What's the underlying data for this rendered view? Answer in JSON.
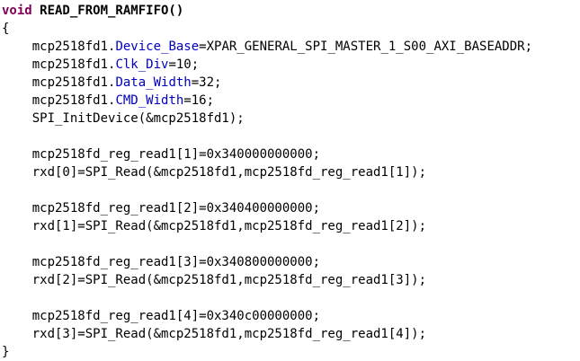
{
  "editor": {
    "background": "#ffffff",
    "language": "c",
    "function_name": "READ_FROM_RAMFIFO",
    "syntax_colors": {
      "keyword": "#7f0055",
      "field": "#0000c0",
      "plain": "#000000"
    }
  },
  "code": {
    "lines": [
      [
        {
          "t": "void",
          "s": "keyword"
        },
        {
          "t": " READ_FROM_RAMFIFO()",
          "s": "function"
        }
      ],
      [
        {
          "t": "{",
          "s": "plain"
        }
      ],
      [
        {
          "t": "    mcp2518fd1.",
          "s": "plain"
        },
        {
          "t": "Device_Base",
          "s": "field"
        },
        {
          "t": "=XPAR_GENERAL_SPI_MASTER_1_S00_AXI_BASEADDR;",
          "s": "plain"
        }
      ],
      [
        {
          "t": "    mcp2518fd1.",
          "s": "plain"
        },
        {
          "t": "Clk_Div",
          "s": "field"
        },
        {
          "t": "=10;",
          "s": "plain"
        }
      ],
      [
        {
          "t": "    mcp2518fd1.",
          "s": "plain"
        },
        {
          "t": "Data_Width",
          "s": "field"
        },
        {
          "t": "=32;",
          "s": "plain"
        }
      ],
      [
        {
          "t": "    mcp2518fd1.",
          "s": "plain"
        },
        {
          "t": "CMD_Width",
          "s": "field"
        },
        {
          "t": "=16;",
          "s": "plain"
        }
      ],
      [
        {
          "t": "    SPI_InitDevice(&mcp2518fd1);",
          "s": "plain"
        }
      ],
      [],
      [
        {
          "t": "    mcp2518fd_reg_read1[1]=0x340000000000;",
          "s": "plain"
        }
      ],
      [
        {
          "t": "    rxd[0]=SPI_Read(&mcp2518fd1,mcp2518fd_reg_read1[1]);",
          "s": "plain"
        }
      ],
      [],
      [
        {
          "t": "    mcp2518fd_reg_read1[2]=0x340400000000;",
          "s": "plain"
        }
      ],
      [
        {
          "t": "    rxd[1]=SPI_Read(&mcp2518fd1,mcp2518fd_reg_read1[2]);",
          "s": "plain"
        }
      ],
      [],
      [
        {
          "t": "    mcp2518fd_reg_read1[3]=0x340800000000;",
          "s": "plain"
        }
      ],
      [
        {
          "t": "    rxd[2]=SPI_Read(&mcp2518fd1,mcp2518fd_reg_read1[3]);",
          "s": "plain"
        }
      ],
      [],
      [
        {
          "t": "    mcp2518fd_reg_read1[4]=0x340c00000000;",
          "s": "plain"
        }
      ],
      [
        {
          "t": "    rxd[3]=SPI_Read(&mcp2518fd1,mcp2518fd_reg_read1[4]);",
          "s": "plain"
        }
      ],
      [
        {
          "t": "}",
          "s": "plain"
        }
      ]
    ]
  }
}
